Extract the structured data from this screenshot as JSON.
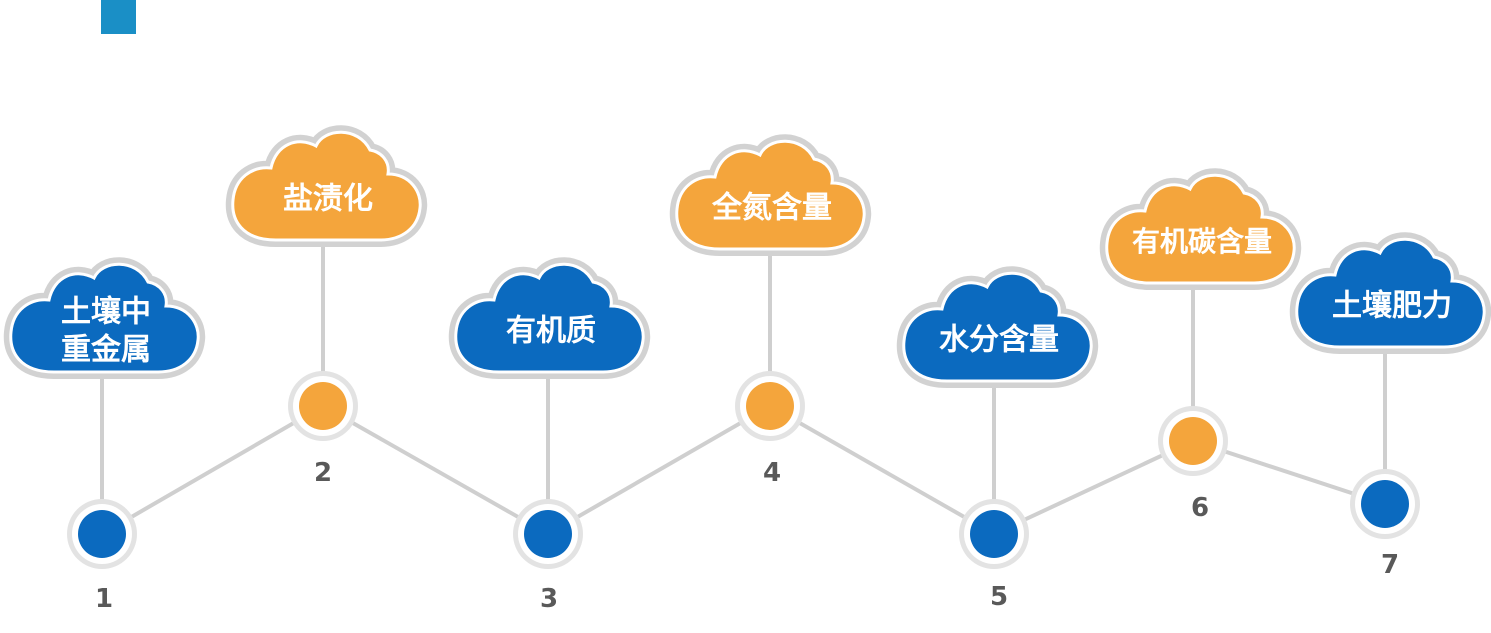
{
  "colors": {
    "accent": "#1a8fc6",
    "blue": "#0b6abf",
    "orange": "#f4a53c",
    "ring": "#d2d2d2",
    "line": "#cfcfcf",
    "number": "#595959"
  },
  "nodes": [
    {
      "number": "1",
      "label_lines": [
        "土壤中",
        "重金属"
      ],
      "color": "blue"
    },
    {
      "number": "2",
      "label_lines": [
        "盐渍化"
      ],
      "color": "orange"
    },
    {
      "number": "3",
      "label_lines": [
        "有机质"
      ],
      "color": "blue"
    },
    {
      "number": "4",
      "label_lines": [
        "全氮含量"
      ],
      "color": "orange"
    },
    {
      "number": "5",
      "label_lines": [
        "水分含量"
      ],
      "color": "blue"
    },
    {
      "number": "6",
      "label_lines": [
        "有机碳含量"
      ],
      "color": "orange"
    },
    {
      "number": "7",
      "label_lines": [
        "土壤肥力"
      ],
      "color": "blue"
    }
  ]
}
